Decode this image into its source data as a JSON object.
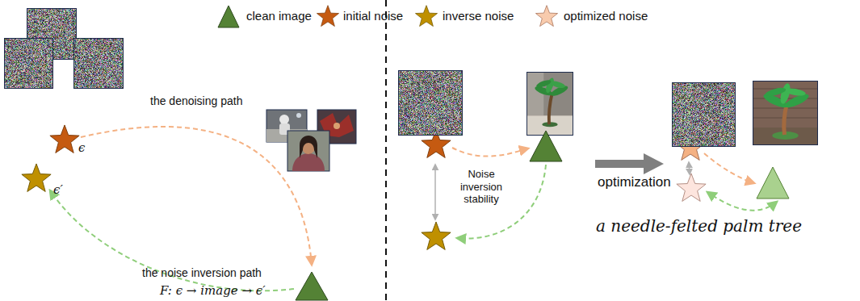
{
  "diagram": {
    "labels": [
      "the denoising path",
      "ϵ",
      "ϵ′",
      "the noise inversion path",
      "F: ϵ → image → ϵ′",
      "Noise inversion stability",
      "optimization",
      "a needle-felted palm tree"
    ],
    "legend": [
      {
        "text": "clean image"
      },
      {
        "text": "initial noise"
      },
      {
        "text": "inverse noise"
      },
      {
        "text": "optimized noise"
      }
    ]
  }
}
